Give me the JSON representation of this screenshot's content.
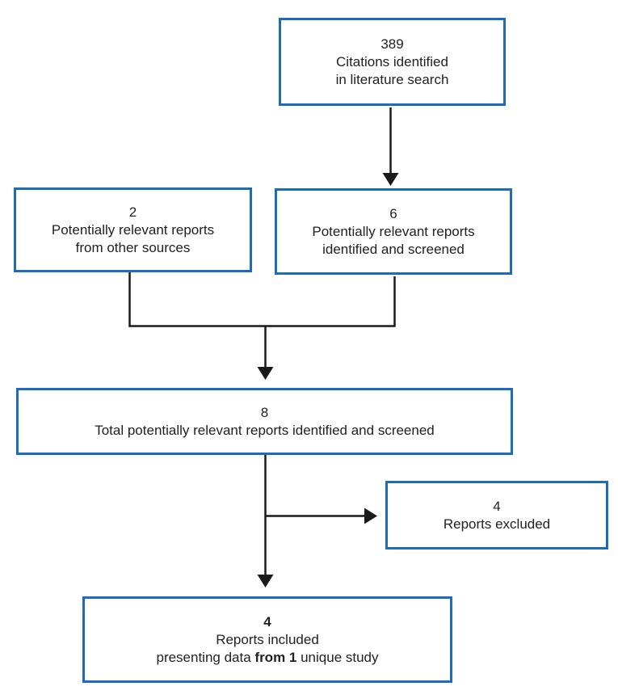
{
  "colors": {
    "box_border": "#1d6bbd",
    "arrow": "#1a1a1a",
    "text": "#212121",
    "background": "#ffffff"
  },
  "flowchart": {
    "boxes": {
      "citations": {
        "count": "389",
        "line1": "Citations identified",
        "line2": "in literature search"
      },
      "other_sources": {
        "count": "2",
        "line1": "Potentially relevant reports",
        "line2": "from other sources"
      },
      "screened": {
        "count": "6",
        "line1": "Potentially relevant reports",
        "line2": "identified and screened"
      },
      "total": {
        "count": "8",
        "line1": "Total potentially relevant reports identified and screened"
      },
      "excluded": {
        "count": "4",
        "line1": "Reports excluded"
      },
      "included": {
        "count": "4",
        "line1": "Reports included",
        "line2_prefix": "presenting data ",
        "line2_bold": "from 1",
        "line2_suffix": " unique study"
      }
    }
  }
}
